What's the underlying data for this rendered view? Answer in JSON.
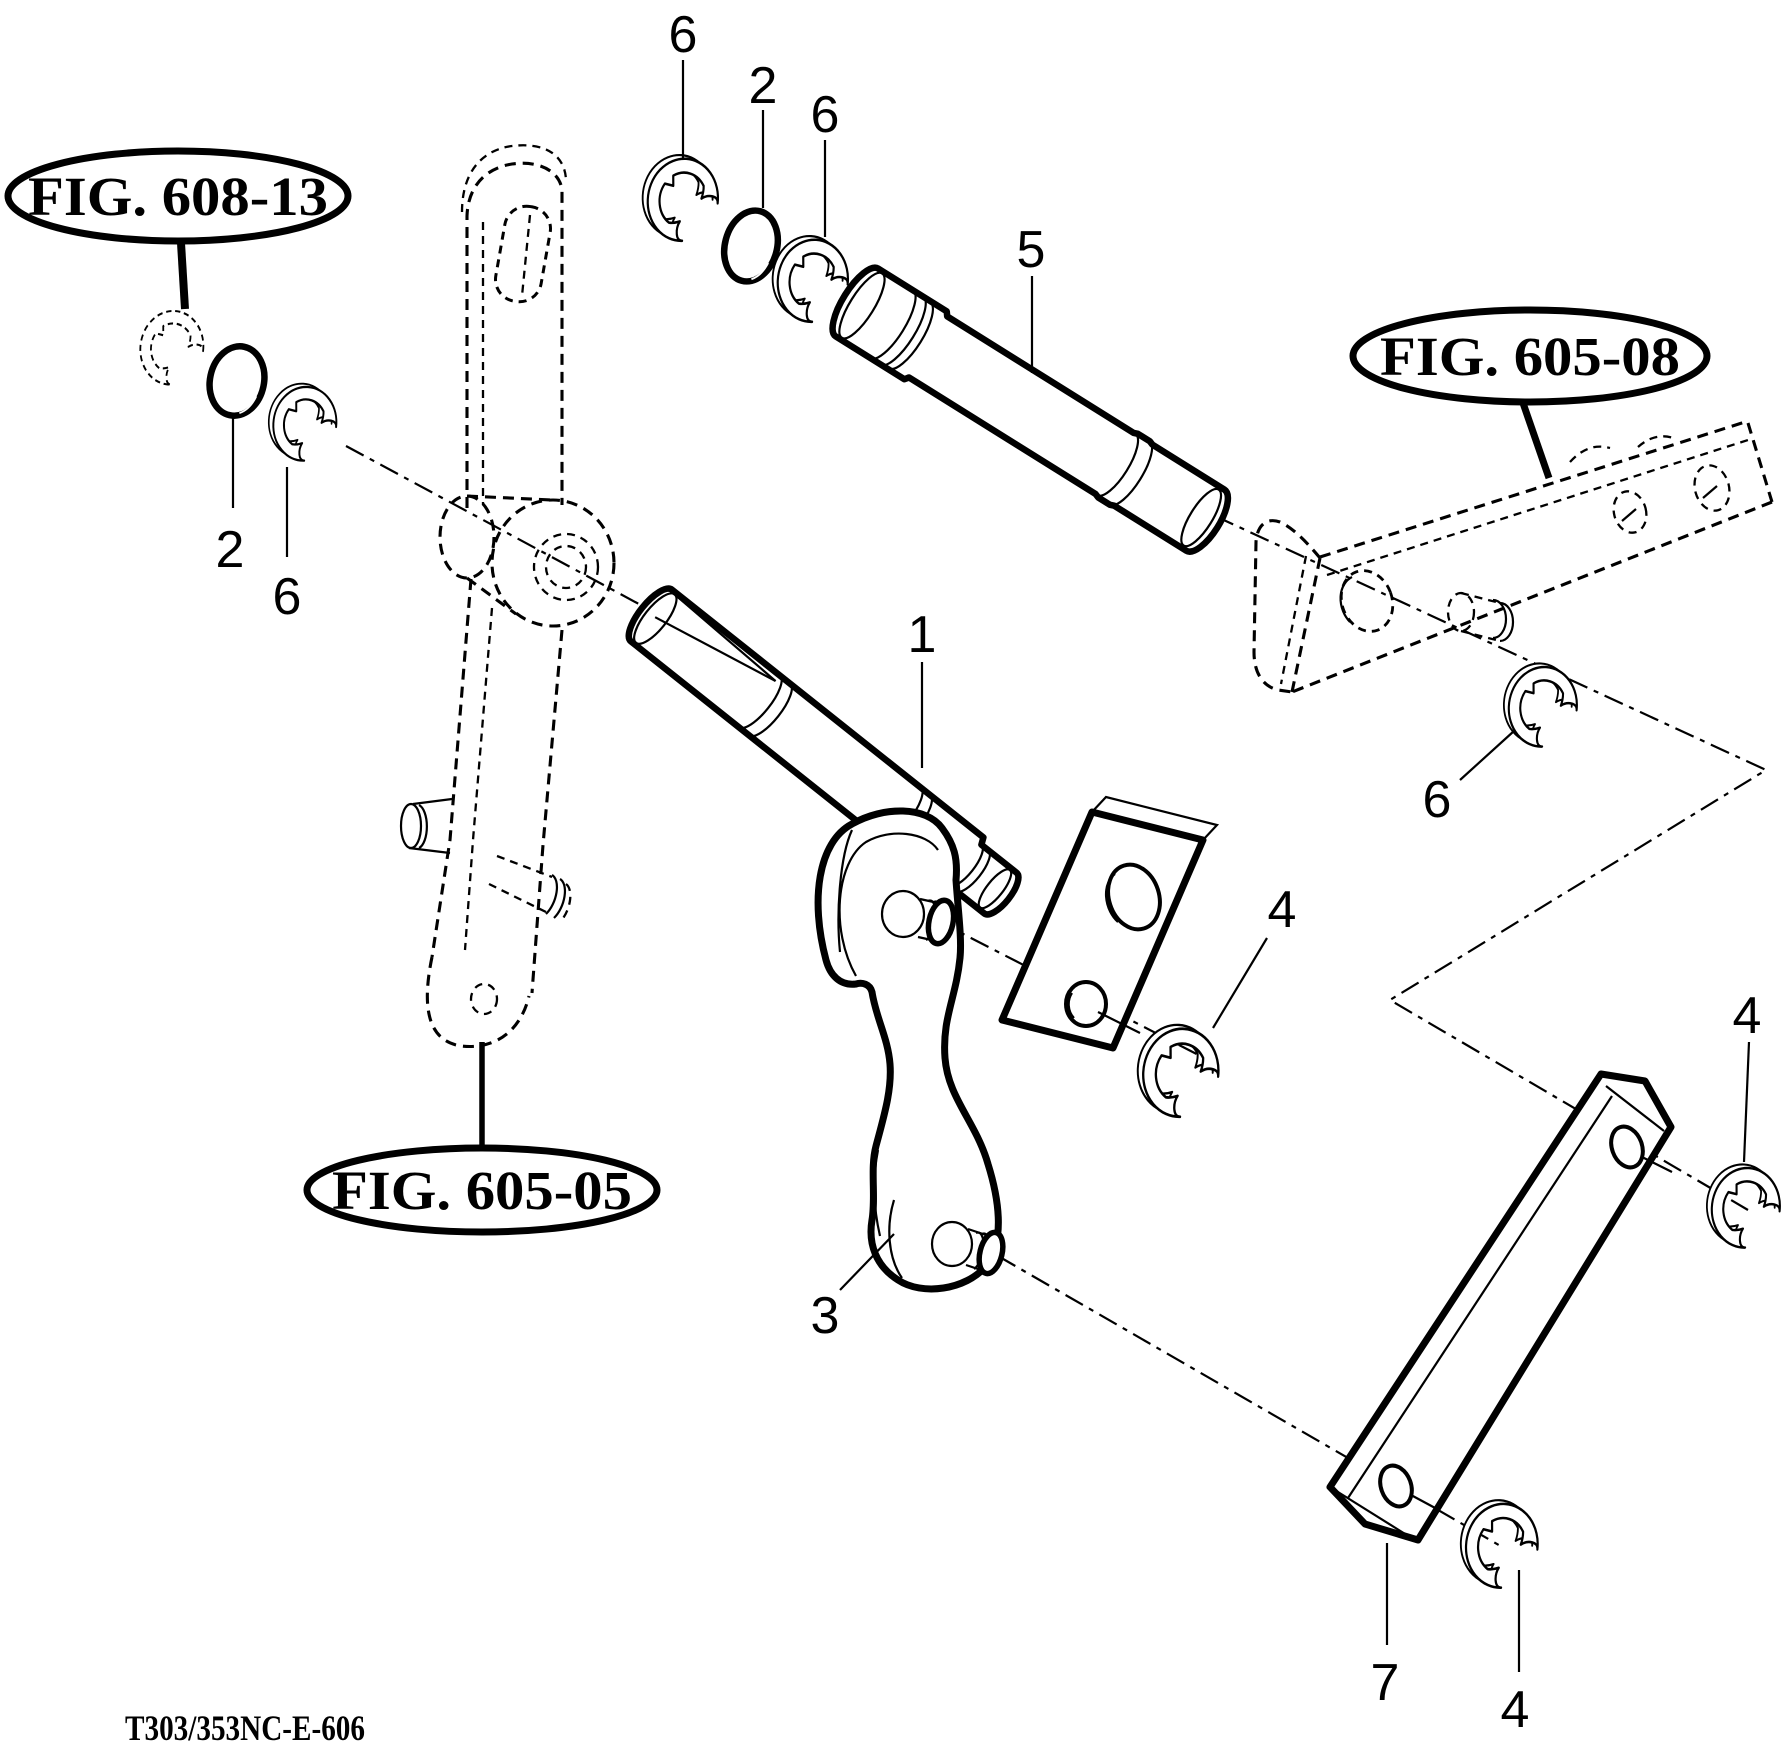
{
  "colors": {
    "ink": "#000000",
    "background": "#ffffff"
  },
  "drawing_number": "T303/353NC-E-606",
  "figure_callouts": [
    {
      "text": "FIG. 608-13"
    },
    {
      "text": "FIG. 605-08"
    },
    {
      "text": "FIG. 605-05"
    }
  ],
  "part_labels": [
    {
      "text": "6"
    },
    {
      "text": "2"
    },
    {
      "text": "6"
    },
    {
      "text": "5"
    },
    {
      "text": "2"
    },
    {
      "text": "6"
    },
    {
      "text": "1"
    },
    {
      "text": "6"
    },
    {
      "text": "4"
    },
    {
      "text": "4"
    },
    {
      "text": "3"
    },
    {
      "text": "7"
    },
    {
      "text": "4"
    }
  ]
}
